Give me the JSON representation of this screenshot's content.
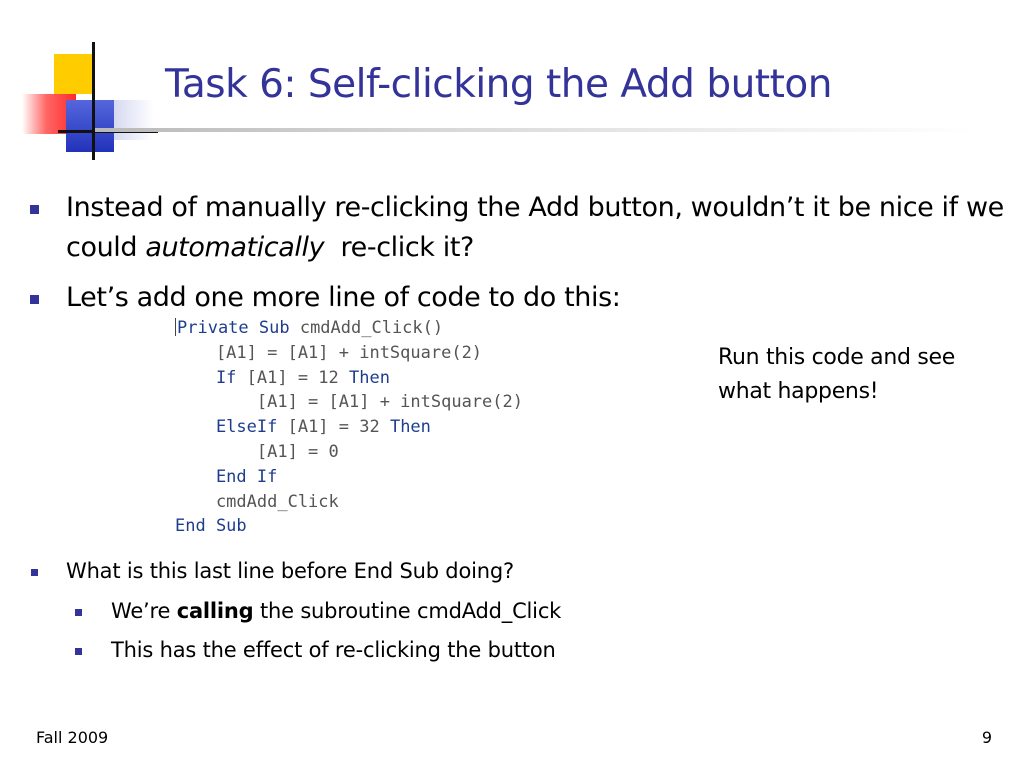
{
  "slide": {
    "title": "Task 6: Self-clicking the Add button",
    "bullets": [
      {
        "text_before": "Instead of manually re-clicking the Add button, wouldn’t it be nice if we could ",
        "emphasis": "automatically",
        "text_after": "  re-click it?"
      },
      {
        "text": "Let’s add one more line of code to do this:"
      },
      {
        "text": "What is this last line before End Sub doing?"
      }
    ],
    "sub_bullets": [
      {
        "before": "We’re ",
        "bold": "calling",
        "after": " the subroutine cmdAdd_Click"
      },
      {
        "text": "This has the effect of re-clicking the button"
      }
    ],
    "side_note": "Run this code and see what happens!",
    "code_lines": [
      {
        "kw": "Private Sub",
        "rest": " cmdAdd_Click()"
      },
      {
        "rest": "    [A1] = [A1] + intSquare(2)"
      },
      {
        "kw": "    If",
        "rest": " [A1] = 12 ",
        "kw2": "Then"
      },
      {
        "rest": "        [A1] = [A1] + intSquare(2)"
      },
      {
        "kw": "    ElseIf",
        "rest": " [A1] = 32 ",
        "kw2": "Then"
      },
      {
        "rest": "        [A1] = 0"
      },
      {
        "kw": "    End If"
      },
      {
        "rest": "    cmdAdd_Click"
      },
      {
        "kw": "End Sub"
      }
    ],
    "footer": {
      "left": "Fall 2009",
      "page_number": "9"
    },
    "colors": {
      "title": "#333399",
      "bullet": "#333399",
      "code_keyword": "#1f3d8f",
      "code_text": "#555555"
    },
    "icons": {
      "logo": "colored-squares-logo",
      "bullet": "square-bullet"
    }
  }
}
